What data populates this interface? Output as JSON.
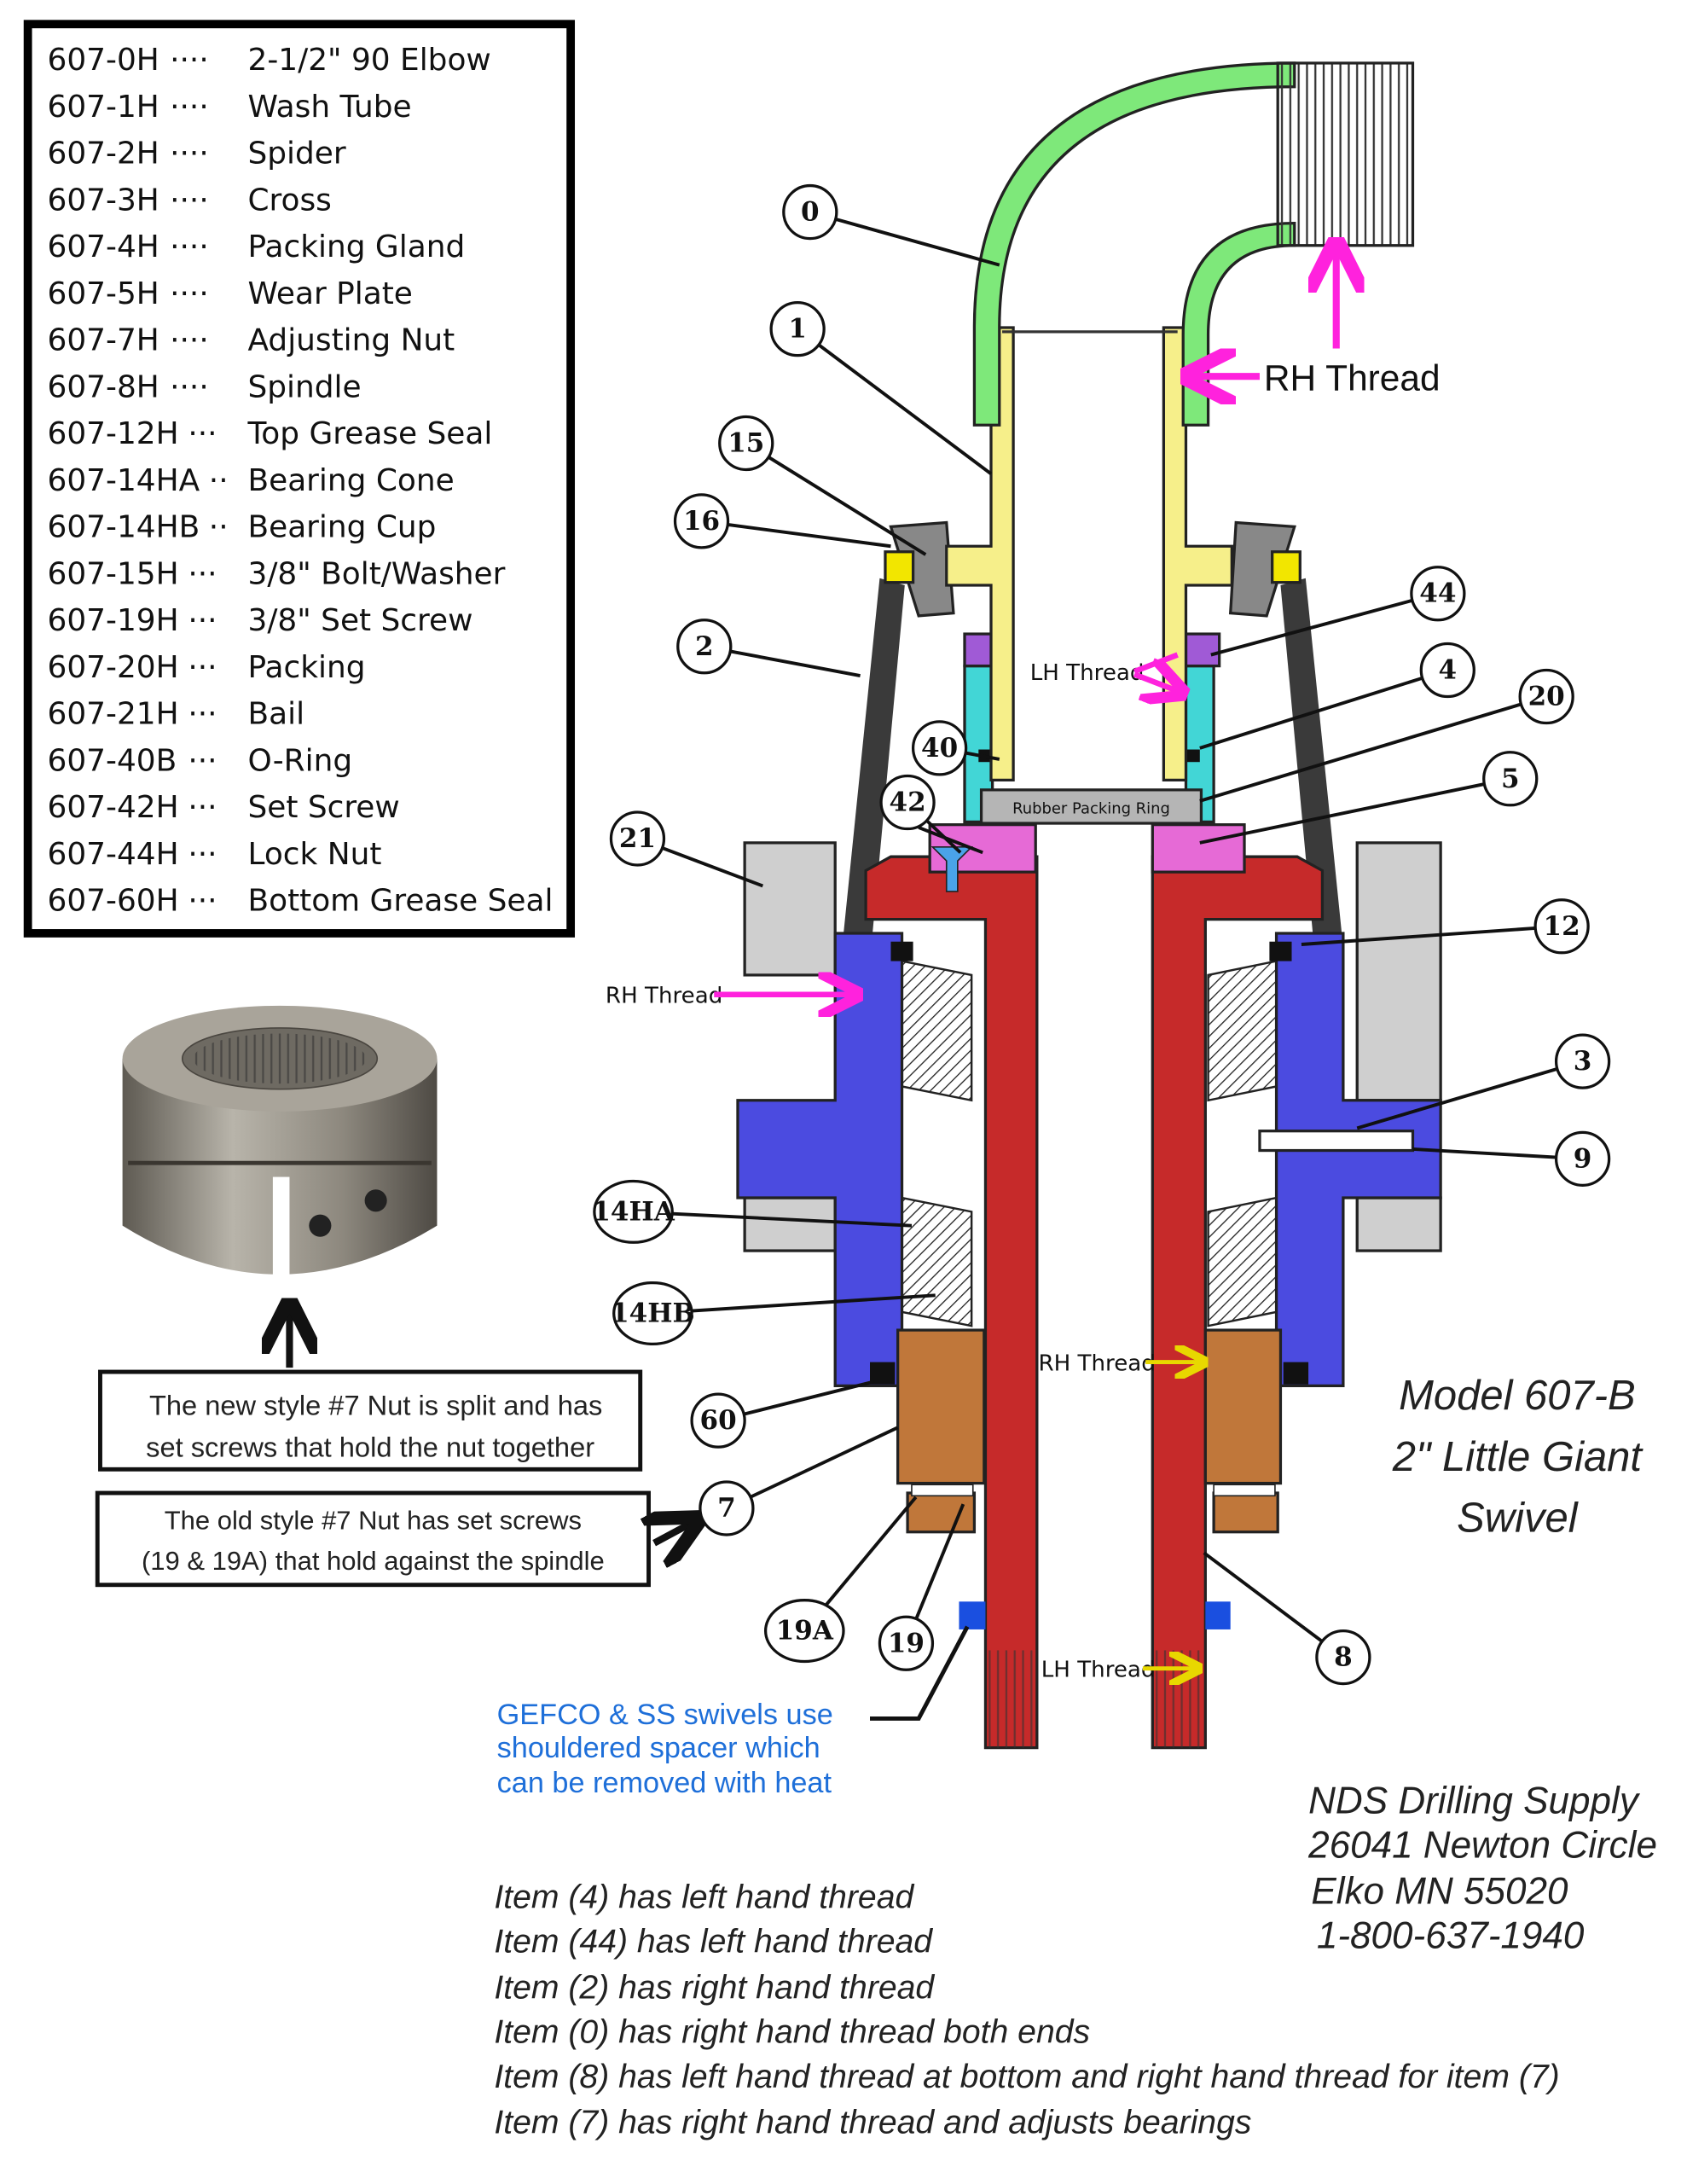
{
  "legend": [
    {
      "code": "607-0H",
      "dots": "····",
      "desc": "2-1/2\" 90 Elbow"
    },
    {
      "code": "607-1H",
      "dots": "····",
      "desc": "Wash Tube"
    },
    {
      "code": "607-2H",
      "dots": "····",
      "desc": "Spider"
    },
    {
      "code": "607-3H",
      "dots": "····",
      "desc": "Cross"
    },
    {
      "code": "607-4H",
      "dots": "····",
      "desc": "Packing Gland"
    },
    {
      "code": "607-5H",
      "dots": "····",
      "desc": "Wear Plate"
    },
    {
      "code": "607-7H",
      "dots": "····",
      "desc": "Adjusting Nut"
    },
    {
      "code": "607-8H",
      "dots": "····",
      "desc": "Spindle"
    },
    {
      "code": "607-12H",
      "dots": "···",
      "desc": "Top Grease Seal"
    },
    {
      "code": "607-14HA",
      "dots": "··",
      "desc": "Bearing Cone"
    },
    {
      "code": "607-14HB",
      "dots": "··",
      "desc": "Bearing Cup"
    },
    {
      "code": "607-15H",
      "dots": "···",
      "desc": "3/8\" Bolt/Washer"
    },
    {
      "code": "607-19H",
      "dots": "···",
      "desc": "3/8\" Set Screw"
    },
    {
      "code": "607-20H",
      "dots": "···",
      "desc": "Packing"
    },
    {
      "code": "607-21H",
      "dots": "···",
      "desc": "Bail"
    },
    {
      "code": "607-40B",
      "dots": "···",
      "desc": "O-Ring"
    },
    {
      "code": "607-42H",
      "dots": "···",
      "desc": "Set Screw"
    },
    {
      "code": "607-44H",
      "dots": "···",
      "desc": "Lock Nut"
    },
    {
      "code": "607-60H",
      "dots": "···",
      "desc": "Bottom Grease Seal"
    }
  ],
  "callouts": [
    "0",
    "1",
    "15",
    "16",
    "2",
    "44",
    "4",
    "20",
    "5",
    "40",
    "42",
    "21",
    "12",
    "3",
    "9",
    "14HA",
    "14HB",
    "60",
    "7",
    "8",
    "19A",
    "19"
  ],
  "thread_labels": {
    "elbow_rh": "RH Thread",
    "tube_lh": "LH Thread",
    "cross_rh": "RH Thread",
    "spindle_rh": "RH Thread",
    "spindle_lh": "LH Thread"
  },
  "packing_ring_label": "Rubber Packing Ring",
  "nut_notes": {
    "new_style": [
      "The new style #7 Nut is split and has",
      "set screws that hold the nut together"
    ],
    "old_style": [
      "The old style #7 Nut has set screws",
      "(19 & 19A) that hold against the spindle"
    ]
  },
  "spacer_note": [
    "GEFCO & SS swivels use",
    "shouldered spacer which",
    "can be removed with heat"
  ],
  "model_title": [
    "Model 607-B",
    "2\" Little Giant",
    "Swivel"
  ],
  "company": [
    "NDS Drilling Supply",
    "26041 Newton Circle",
    "Elko MN 55020",
    "1-800-637-1940"
  ],
  "item_notes": [
    "Item (4) has left hand thread",
    "Item (44) has left hand thread",
    "Item (2) has right hand thread",
    "Item (0) has right hand thread both ends",
    "Item (8) has left hand thread at bottom and right hand thread for item (7)",
    "Item (7) has right hand thread and adjusts bearings"
  ],
  "colors": {
    "elbow": "#7ee87a",
    "wash_tube": "#f6ef8a",
    "spider": "#3a3a3a",
    "cross": "#4b4be0",
    "packing_gland": "#42d6d6",
    "wear_plate": "#e66ad6",
    "lock_nut": "#a05ad6",
    "spindle": "#c62a2a",
    "adjusting_nut": "#c0773a",
    "bail": "#cfcfcf",
    "rh_arrow": "#ff22dd",
    "spindle_arrow": "#f2e600",
    "note_blue": "#1e6fd9",
    "spacer": "#1a4fe0"
  }
}
